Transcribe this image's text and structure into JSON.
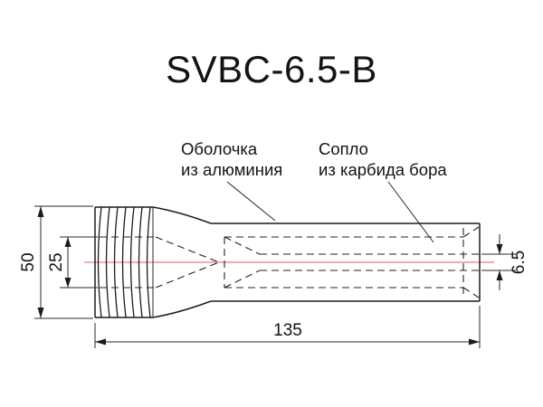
{
  "title": "SVBC-6.5-B",
  "annotations": {
    "shell": {
      "line1": "Оболочка",
      "line2": "из алюминия"
    },
    "nozzle": {
      "line1": "Сопло",
      "line2": "из карбида бора"
    }
  },
  "dimensions": {
    "outer_diameter": "50",
    "bore_inlet_diameter": "25",
    "exit_diameter": "6.5",
    "length": "135"
  },
  "colors": {
    "line": "#1c1c1c",
    "dimension": "#2a2a2a",
    "centerline": "#e57d7d",
    "background": "#ffffff"
  }
}
